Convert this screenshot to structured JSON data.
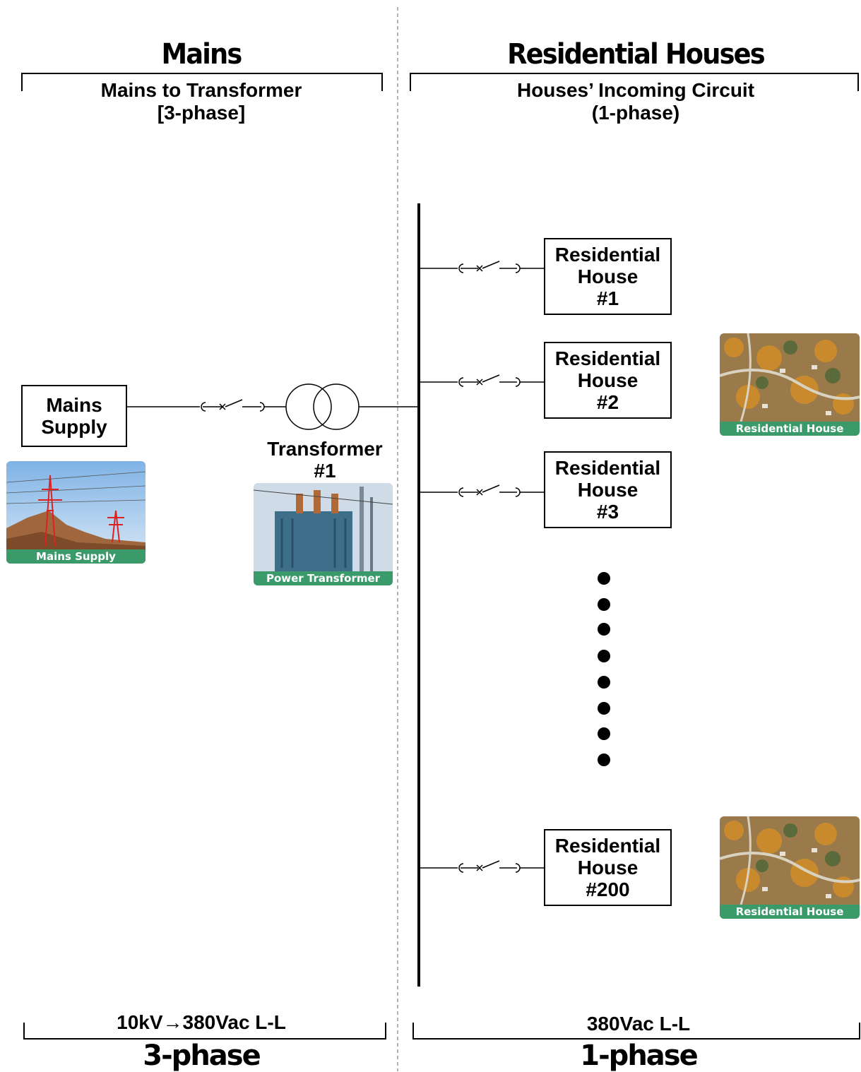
{
  "left_section": {
    "title": "Mains",
    "subtitle_line1": "Mains to Transformer",
    "subtitle_line2": "[3-phase]",
    "voltage": "10kV→380Vac L-L",
    "phase": "3-phase"
  },
  "right_section": {
    "title": "Residential Houses",
    "subtitle_line1": "Houses’ Incoming Circuit",
    "subtitle_line2": "(1-phase)",
    "voltage": "380Vac L-L",
    "phase": "1-phase"
  },
  "mains_supply": {
    "line1": "Mains",
    "line2": "Supply",
    "photo_caption": "Mains Supply"
  },
  "transformer": {
    "line1": "Transformer",
    "line2": "#1",
    "photo_caption": "Power Transformer"
  },
  "houses": [
    {
      "line1": "Residential",
      "line2": "House",
      "line3": "#1"
    },
    {
      "line1": "Residential",
      "line2": "House",
      "line3": "#2"
    },
    {
      "line1": "Residential",
      "line2": "House",
      "line3": "#3"
    },
    {
      "line1": "Residential",
      "line2": "House",
      "line3": "#200"
    }
  ],
  "house_photo_caption": "Residential House",
  "colors": {
    "caption_bg": "#3a9a6a",
    "divider": "#999999",
    "line": "#000000"
  },
  "icons": {
    "breaker": "circuit-breaker-symbol",
    "transformer": "transformer-symbol",
    "ellipsis": "vertical-dots"
  }
}
